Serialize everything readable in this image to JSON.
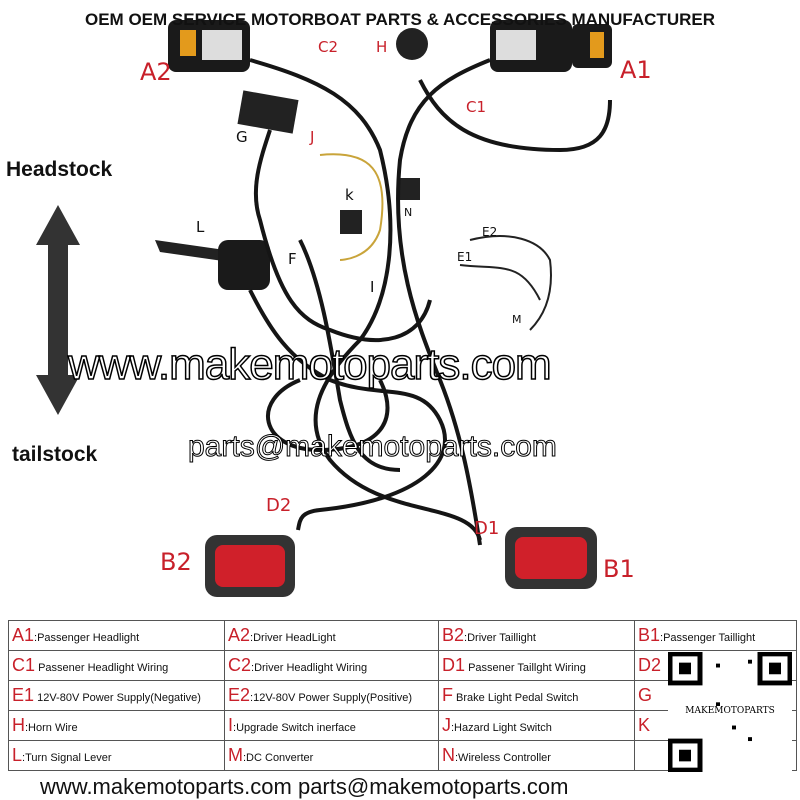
{
  "header": "OEM OEM SERVICE MOTORBOAT PARTS & ACCESSORIES MANUFACTURER",
  "side": {
    "top": "Headstock",
    "bottom": "tailstock"
  },
  "watermark": {
    "site": "www.makemotoparts.com",
    "email": "parts@makemotoparts.com"
  },
  "labels": {
    "A1": "A1",
    "A2": "A2",
    "B1": "B1",
    "B2": "B2",
    "C1": "C1",
    "C2": "C2",
    "D1": "D1",
    "D2": "D2",
    "E1": "E1",
    "E2": "E2",
    "F": "F",
    "G": "G",
    "H": "H",
    "I": "I",
    "J": "J",
    "K": "k",
    "L": "L",
    "M": "M",
    "N": "N"
  },
  "legend": [
    [
      {
        "k": "A1",
        "t": ":Passenger Headlight"
      },
      {
        "k": "A2",
        "t": ":Driver HeadLight"
      },
      {
        "k": "B2",
        "t": ":Driver Taillight"
      },
      {
        "k": "B1",
        "t": ":Passenger Taillight"
      }
    ],
    [
      {
        "k": "C1",
        "t": " Passener Headlight Wiring"
      },
      {
        "k": "C2",
        "t": ":Driver Headlight Wiring"
      },
      {
        "k": "D1",
        "t": " Passener Taillght Wiring"
      },
      {
        "k": "D2",
        "t": ""
      }
    ],
    [
      {
        "k": "E1",
        "t": " 12V-80V Power Supply(Negative)"
      },
      {
        "k": "E2",
        "t": ":12V-80V Power Supply(Positive)"
      },
      {
        "k": "F",
        "t": " Brake Light Pedal Switch"
      },
      {
        "k": "G",
        "t": ""
      }
    ],
    [
      {
        "k": "H",
        "t": ":Horn Wire"
      },
      {
        "k": "I",
        "t": ":Upgrade Switch inerface"
      },
      {
        "k": "J",
        "t": ":Hazard Light Switch"
      },
      {
        "k": "K",
        "t": ""
      }
    ],
    [
      {
        "k": "L",
        "t": ":Turn Signal Lever"
      },
      {
        "k": "M",
        "t": ":DC Converter"
      },
      {
        "k": "N",
        "t": ":Wireless Controller"
      },
      {
        "k": "",
        "t": ""
      }
    ]
  ],
  "footer": "www.makemotoparts.com   parts@makemotoparts.com",
  "qr_text": "MAKEMOTOPARTS"
}
